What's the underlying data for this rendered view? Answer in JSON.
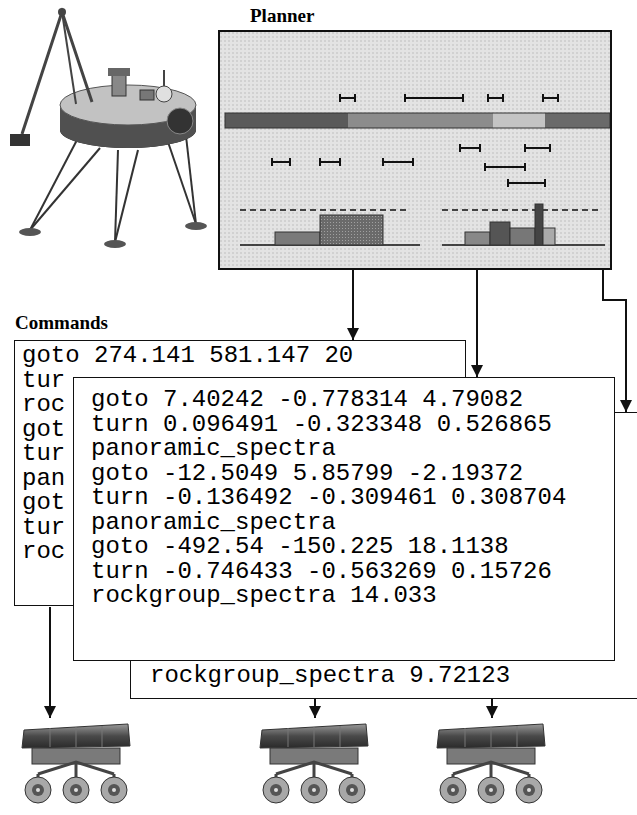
{
  "diagram": {
    "nodes": [
      {
        "text": [
          "Planner"
        ]
      },
      {
        "text": [
          "Commands",
          "goto 274.141 581.147 20",
          "tur",
          "roc",
          "got",
          "tur",
          "pan",
          "got",
          "tur",
          "roc"
        ]
      },
      {
        "text": [
          "goto 7.40242 -0.778314 4.79082",
          "turn 0.096491 -0.323348 0.526865",
          "panoramic_spectra",
          "goto -12.5049 5.85799 -2.19372",
          "turn -0.136492 -0.309461 0.308704",
          "panoramic_spectra",
          "goto -492.54 -150.225 18.1138",
          "turn -0.746433 -0.563269 0.15726",
          "rockgroup_spectra 14.033"
        ]
      },
      {
        "text": [
          "rockgroup_spectra 9.72123"
        ]
      }
    ],
    "edges": [
      {
        "from": 0,
        "to": 1,
        "arrow": "to"
      },
      {
        "from": 0,
        "to": 2,
        "arrow": "to"
      },
      {
        "from": 0,
        "to": 3,
        "arrow": "to"
      }
    ]
  }
}
